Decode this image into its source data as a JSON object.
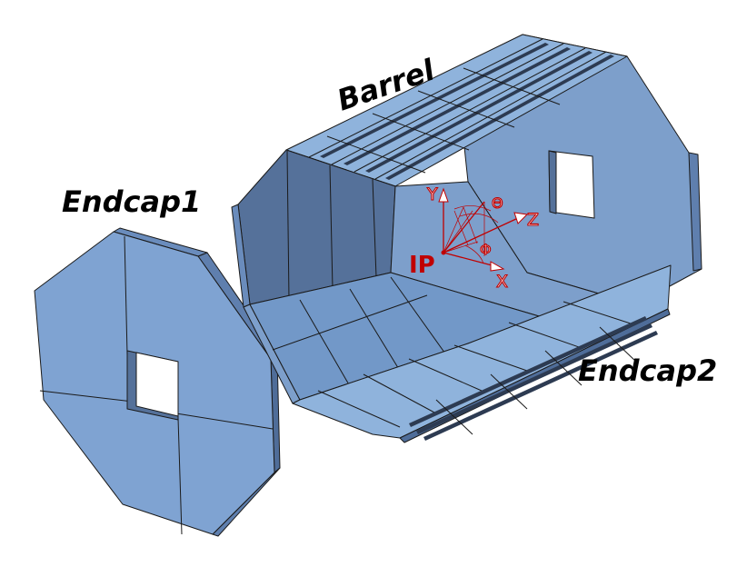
{
  "labels": {
    "barrel": "Barrel",
    "endcap1": "Endcap1",
    "endcap2": "Endcap2",
    "ip": "IP"
  },
  "axes": {
    "x": "X",
    "y": "Y",
    "z": "Z",
    "theta": "Θ",
    "phi": "Φ"
  },
  "colors": {
    "face_light": "#8fb3dc",
    "face_mid": "#7d9fcb",
    "face_dark": "#55719a",
    "axis_red": "#c00000"
  }
}
